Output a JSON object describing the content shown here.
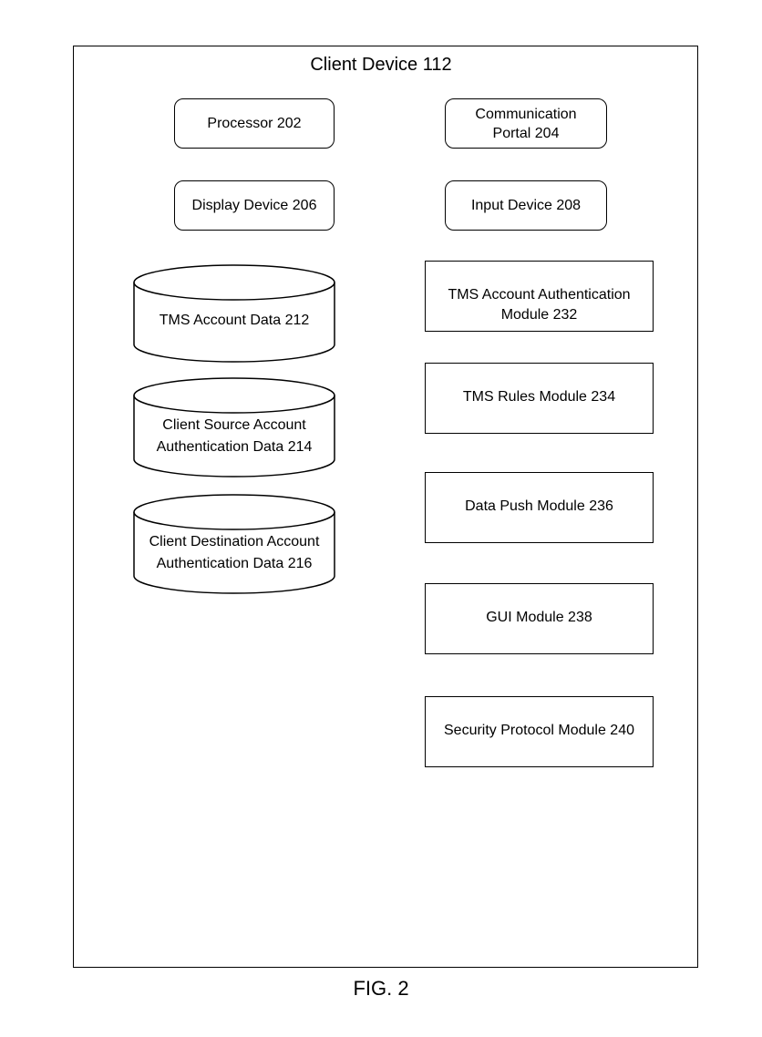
{
  "figure": {
    "title": "Client Device 112",
    "label": "FIG. 2"
  },
  "components": {
    "processor": "Processor 202",
    "communication_portal": "Communication\nPortal 204",
    "display_device": "Display Device 206",
    "input_device": "Input Device 208"
  },
  "data_stores": [
    "TMS Account Data 212",
    "Client Source Account\nAuthentication Data 214",
    "Client Destination Account\nAuthentication Data 216"
  ],
  "modules": [
    "TMS Account Authentication\nModule 232",
    "TMS Rules Module 234",
    "Data Push Module 236",
    "GUI Module 238",
    "Security Protocol Module 240"
  ]
}
